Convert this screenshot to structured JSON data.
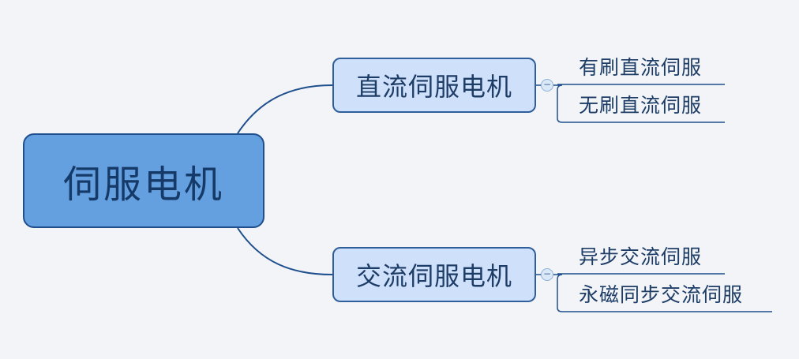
{
  "mindmap": {
    "root": {
      "label": "伺服电机"
    },
    "branches": [
      {
        "label": "直流伺服电机",
        "collapse_symbol": "−",
        "children": [
          {
            "label": "有刷直流伺服"
          },
          {
            "label": "无刷直流伺服"
          }
        ]
      },
      {
        "label": "交流伺服电机",
        "collapse_symbol": "−",
        "children": [
          {
            "label": "异步交流伺服"
          },
          {
            "label": "永磁同步交流伺服"
          }
        ]
      }
    ]
  },
  "colors": {
    "background": "#f2f4f8",
    "root_fill": "#64a0e0",
    "branch_fill": "#cfe0fb",
    "connector": "#1f4f8c",
    "text": "#1d3c66"
  }
}
